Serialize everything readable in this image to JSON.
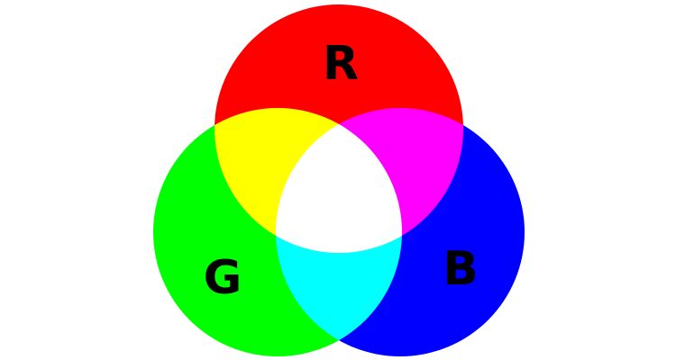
{
  "diagram": {
    "circles": [
      {
        "label": "R",
        "color": "#ff0000"
      },
      {
        "label": "G",
        "color": "#00ff00"
      },
      {
        "label": "B",
        "color": "#0000ff"
      }
    ]
  }
}
